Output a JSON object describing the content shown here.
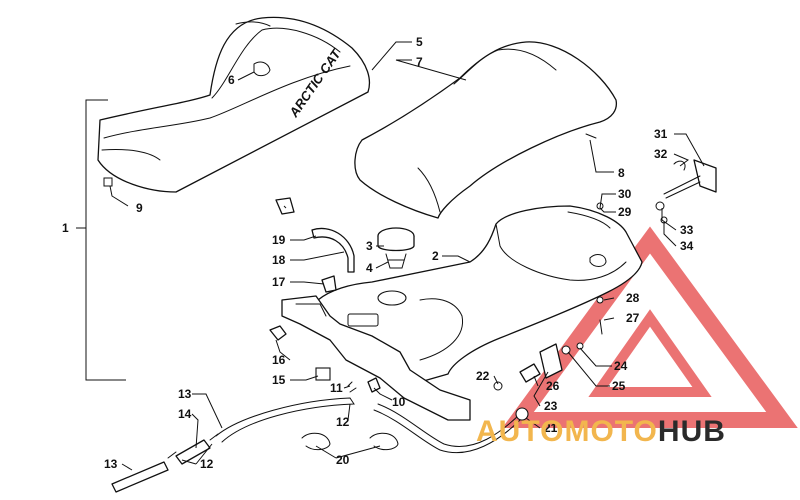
{
  "diagram": {
    "brand_on_seat": "ARCTIC CAT",
    "watermark": {
      "part_a": "AUTOMOTO",
      "part_b": "HUB",
      "color_a": "#f2b64e",
      "color_b": "#2a2a2a",
      "triangle_color": "#e85a5a"
    },
    "callouts": [
      {
        "id": "c1",
        "label": "1"
      },
      {
        "id": "c2",
        "label": "2"
      },
      {
        "id": "c3",
        "label": "3"
      },
      {
        "id": "c4",
        "label": "4"
      },
      {
        "id": "c5",
        "label": "5"
      },
      {
        "id": "c6",
        "label": "6"
      },
      {
        "id": "c7",
        "label": "7"
      },
      {
        "id": "c8",
        "label": "8"
      },
      {
        "id": "c9",
        "label": "9"
      },
      {
        "id": "c10",
        "label": "10"
      },
      {
        "id": "c11",
        "label": "11"
      },
      {
        "id": "c12a",
        "label": "12"
      },
      {
        "id": "c12b",
        "label": "12"
      },
      {
        "id": "c13a",
        "label": "13"
      },
      {
        "id": "c13b",
        "label": "13"
      },
      {
        "id": "c14",
        "label": "14"
      },
      {
        "id": "c15",
        "label": "15"
      },
      {
        "id": "c16",
        "label": "16"
      },
      {
        "id": "c17",
        "label": "17"
      },
      {
        "id": "c18",
        "label": "18"
      },
      {
        "id": "c19",
        "label": "19"
      },
      {
        "id": "c20",
        "label": "20"
      },
      {
        "id": "c21",
        "label": "21"
      },
      {
        "id": "c22",
        "label": "22"
      },
      {
        "id": "c23",
        "label": "23"
      },
      {
        "id": "c24",
        "label": "24"
      },
      {
        "id": "c25",
        "label": "25"
      },
      {
        "id": "c26",
        "label": "26"
      },
      {
        "id": "c27",
        "label": "27"
      },
      {
        "id": "c28",
        "label": "28"
      },
      {
        "id": "c29",
        "label": "29"
      },
      {
        "id": "c30",
        "label": "30"
      },
      {
        "id": "c31",
        "label": "31"
      },
      {
        "id": "c32",
        "label": "32"
      },
      {
        "id": "c33",
        "label": "33"
      },
      {
        "id": "c34",
        "label": "34"
      }
    ]
  }
}
